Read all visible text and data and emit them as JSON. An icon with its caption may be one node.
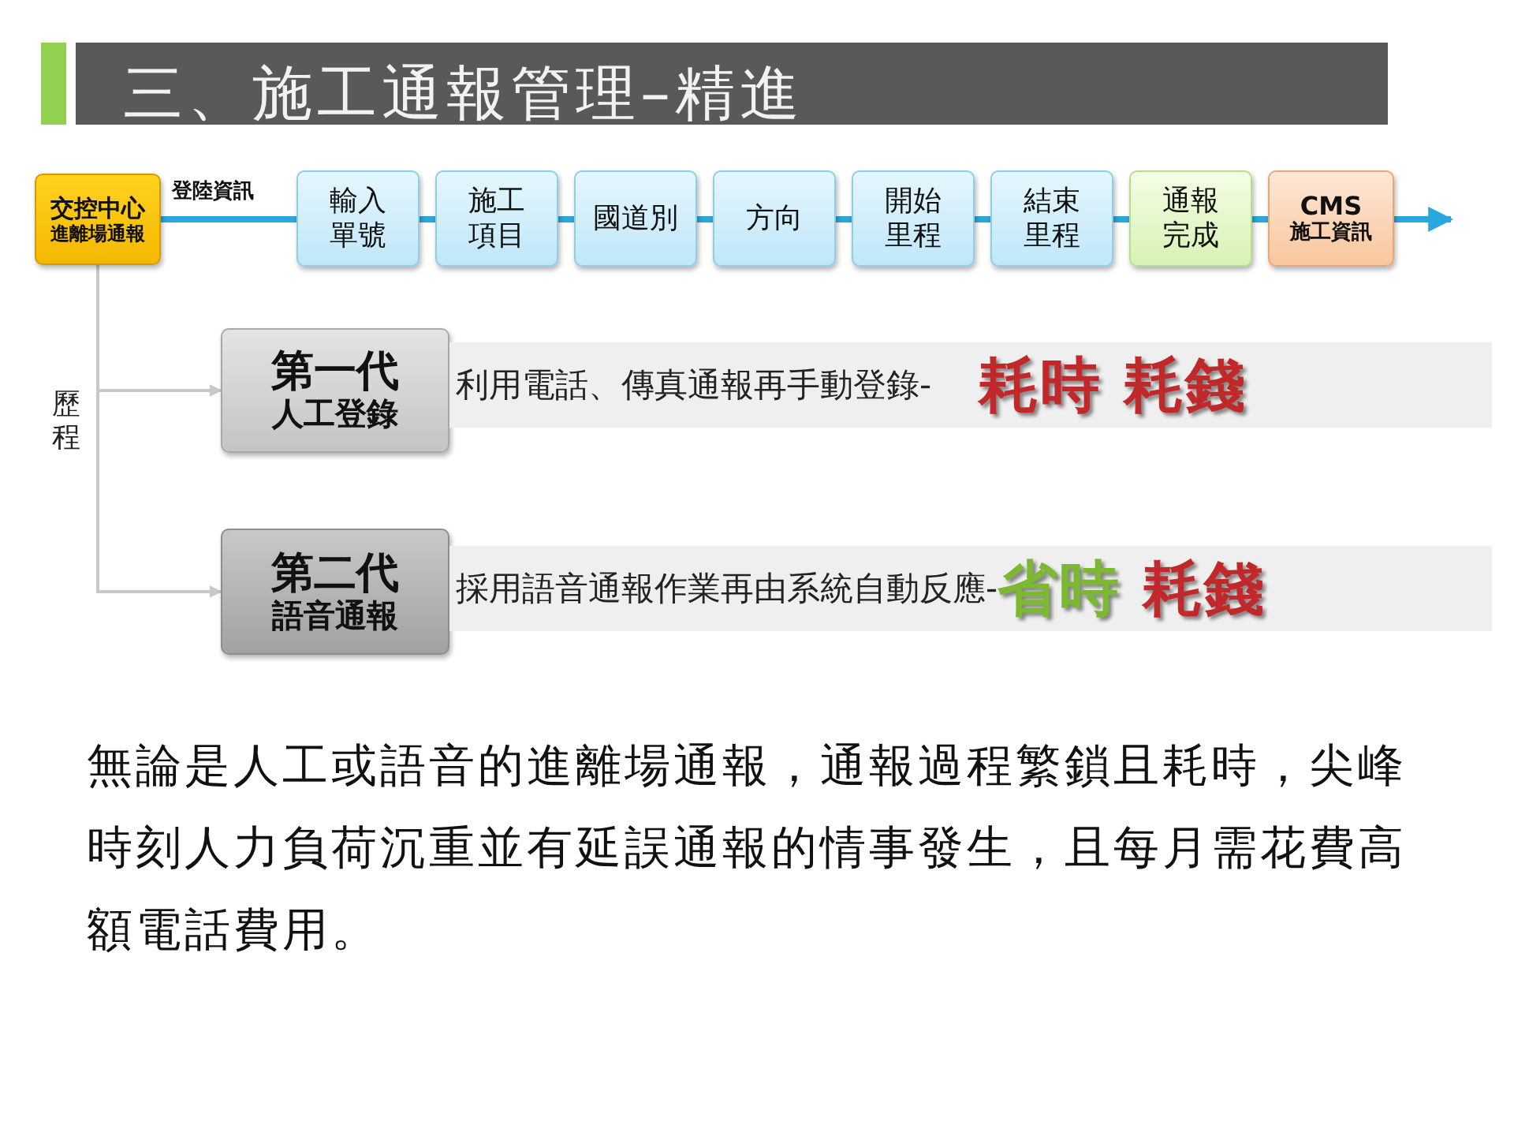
{
  "diagram": {
    "title": "三、施工通報管理–精進",
    "nodes": [
      {
        "text": [
          "交控中心",
          "進離場通報"
        ]
      },
      {
        "text": [
          "輸入單號"
        ]
      },
      {
        "text": [
          "施工項目"
        ]
      },
      {
        "text": [
          "國道別"
        ]
      },
      {
        "text": [
          "方向"
        ]
      },
      {
        "text": [
          "開始里程"
        ]
      },
      {
        "text": [
          "結束里程"
        ]
      },
      {
        "text": [
          "通報完成"
        ]
      },
      {
        "text": [
          "CMS",
          "施工資訊"
        ]
      },
      {
        "text": [
          "第一代",
          "人工登錄"
        ]
      },
      {
        "text": [
          "第二代",
          "語音通報"
        ]
      },
      {
        "text": [
          "利用電話、傳真通報再手動登錄-",
          "耗時",
          "耗錢"
        ]
      },
      {
        "text": [
          "採用語音通報作業再由系統自動反應-",
          "省時",
          "耗錢"
        ]
      }
    ],
    "edges": [
      {
        "from": 0,
        "to": 1,
        "arrow": "none",
        "label": "登陸資訊"
      },
      {
        "from": 1,
        "to": 2,
        "arrow": "none"
      },
      {
        "from": 2,
        "to": 3,
        "arrow": "none"
      },
      {
        "from": 3,
        "to": 4,
        "arrow": "none"
      },
      {
        "from": 4,
        "to": 5,
        "arrow": "none"
      },
      {
        "from": 5,
        "to": 6,
        "arrow": "none"
      },
      {
        "from": 6,
        "to": 7,
        "arrow": "none"
      },
      {
        "from": 7,
        "to": 8,
        "arrow": "none"
      },
      {
        "from": 8,
        "to": null,
        "arrow": "to"
      },
      {
        "from": 0,
        "to": 9,
        "arrow": "to",
        "color": "#c8c8c8"
      },
      {
        "from": 0,
        "to": 10,
        "arrow": "to",
        "color": "#c8c8c8"
      }
    ],
    "labels": [
      "歷程",
      "無論是人工或語音的進離場通報，通報過程繁鎖且耗時，尖峰時刻人力負荷沉重並有延誤通報的情事發生，且每月需花費高額電話費用。"
    ]
  }
}
